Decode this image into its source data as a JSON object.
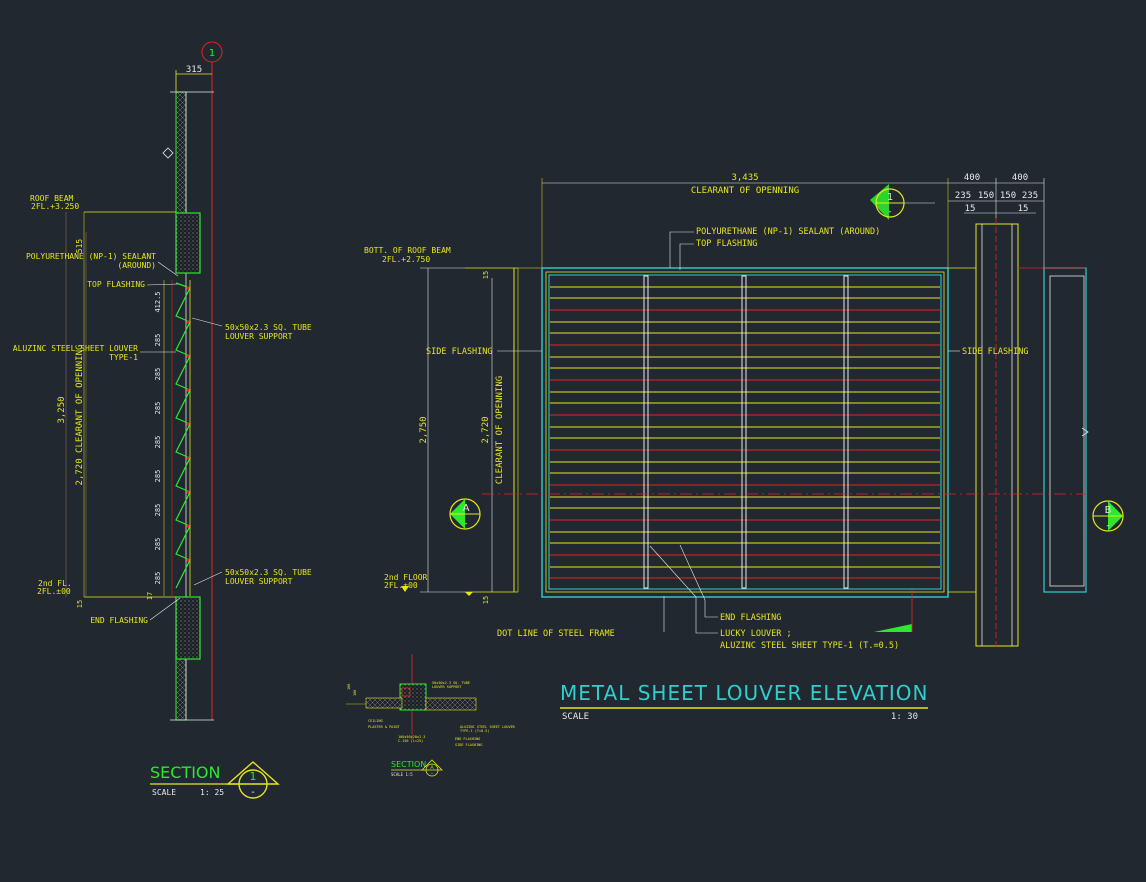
{
  "colors": {
    "background": "#212830",
    "yellow": "#e6e61e",
    "green": "#2ee82e",
    "cyan": "#2ecfcf",
    "red": "#e22424",
    "white": "#e8e8e8",
    "dim_brown": "#8a6a4a"
  },
  "section_view": {
    "grid_bubble": "1",
    "top_width_dim": "315",
    "roof_beam_label": "ROOF BEAM",
    "roof_beam_level": "2FL.+3.250",
    "sealant_label_1": "POLYURETHANE (NP-1) SEALANT",
    "sealant_label_2": "(AROUND)",
    "top_flashing_label": "TOP FLASHING",
    "louver_label_1": "ALUZINC STEEL SHEET LOUVER",
    "louver_label_2": "TYPE-1",
    "tube_support_upper_1": "50x50x2.3 SQ. TUBE",
    "tube_support_upper_2": "LOUVER SUPPORT",
    "tube_support_lower_1": "50x50x2.3 SQ. TUBE",
    "tube_support_lower_2": "LOUVER SUPPORT",
    "floor_label": "2nd FL.",
    "floor_level": "2FL.±00",
    "end_flashing_label": "END FLASHING",
    "overall_dim": "3,250",
    "clearance_dim": "2,720 CLEARANT OF OPENNING",
    "top_dim": "515",
    "bottom_dim": "15",
    "small_dim": "17",
    "spacing_first": "412.5",
    "spacing_values": [
      "285",
      "285",
      "285",
      "285",
      "285",
      "285",
      "285",
      "285"
    ],
    "title": "SECTION",
    "scale_label": "SCALE",
    "scale_value": "1: 25",
    "tag_number": "1",
    "tag_dash": "-"
  },
  "detail_view": {
    "title": "SECTION",
    "scale_text": "SCALE 1:5",
    "tag_number": "A",
    "tag_dash": "-"
  },
  "elevation": {
    "overall_width_dim": "3,435",
    "clearance_label": "CLEARANT OF OPENNING",
    "right_dim_400a": "400",
    "right_dim_400b": "400",
    "right_dim_235a": "235",
    "right_dim_150a": "150",
    "right_dim_150b": "150",
    "right_dim_235b": "235",
    "right_dim_15a": "15",
    "right_dim_15b": "15",
    "section_tag_number": "1",
    "section_tag_dash": "-",
    "sealant_label": "POLYURETHANE (NP-1) SEALANT (AROUND)",
    "top_flashing_label": "TOP FLASHING",
    "beam_label": "BOTT. OF ROOF BEAM",
    "beam_level": "2FL.+2.750",
    "side_flashing_left": "SIDE FLASHING",
    "side_flashing_right": "SIDE FLASHING",
    "height_dim": "2,750",
    "clear_height_dim": "2,720",
    "clear_height_label": "CLEARANT OF OPENNING",
    "top_15": "15",
    "bottom_15": "15",
    "floor_label": "2nd FLOOR",
    "floor_level": "2FL.±00",
    "section_a_letter": "A",
    "section_a_dash": "-",
    "section_b_letter": "B",
    "section_b_dash": "-",
    "end_flashing_label": "END FLASHING",
    "steel_frame_label": "DOT LINE OF STEEL FRAME",
    "lucky_louver_label": "LUCKY LOUVER ;",
    "lucky_louver_spec": "ALUZINC STEEL SHEET TYPE-1 (T.=0.5)",
    "title": "METAL SHEET LOUVER ELEVATION",
    "scale_label": "SCALE",
    "scale_value": "1: 30"
  }
}
